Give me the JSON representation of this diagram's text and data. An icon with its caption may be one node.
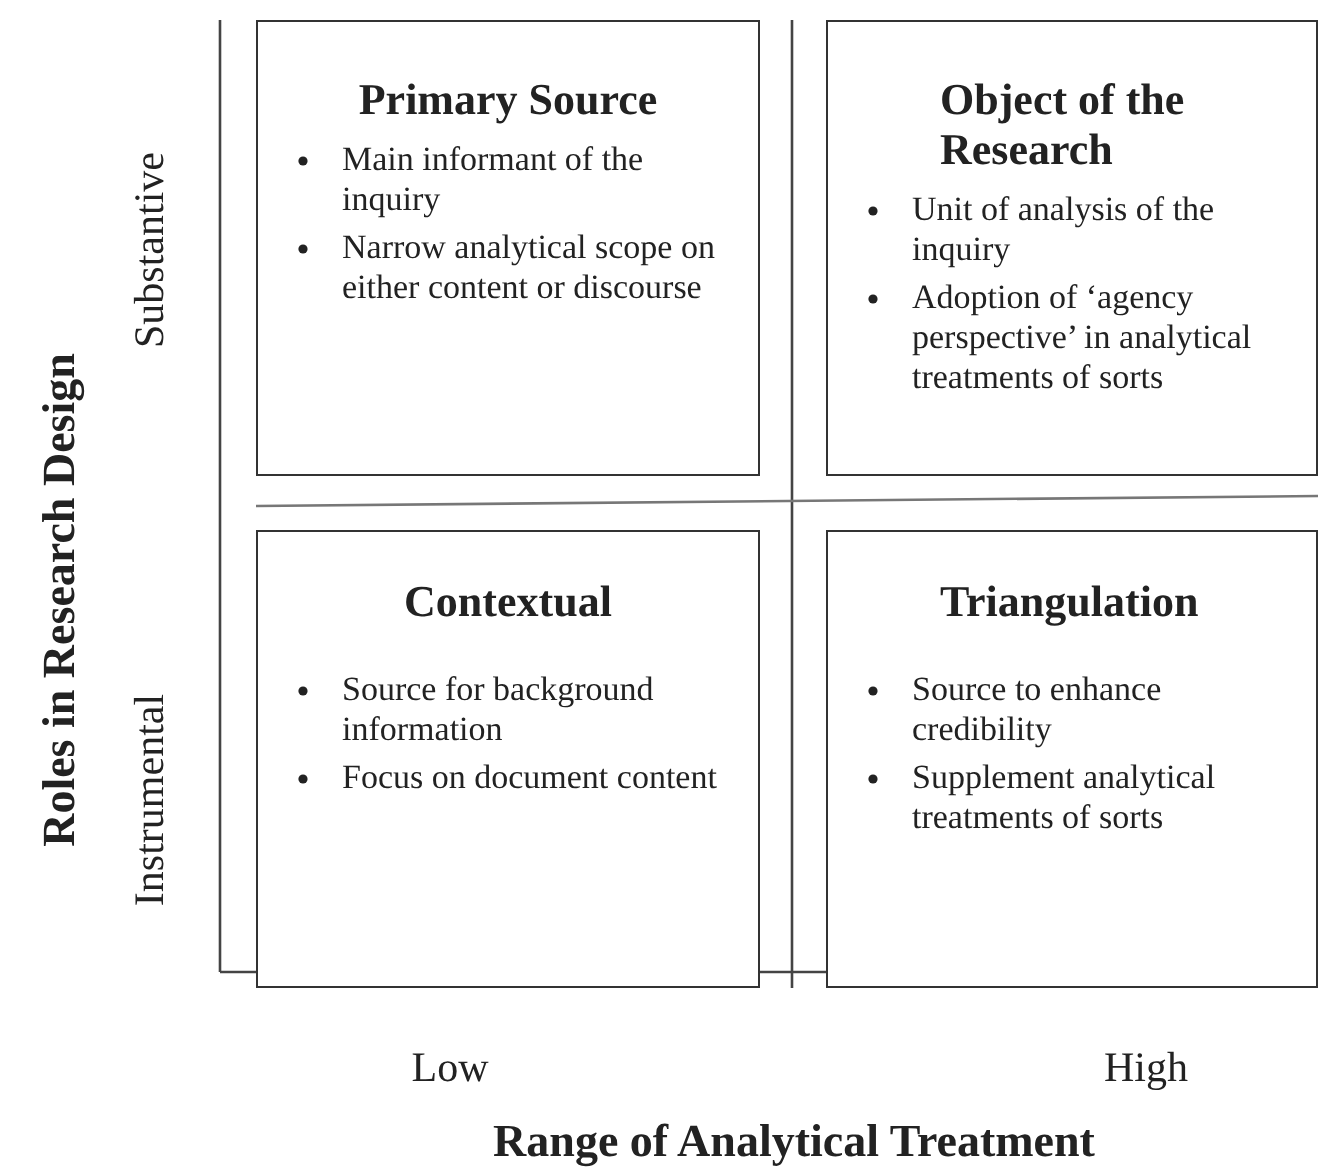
{
  "diagram": {
    "nodes": [
      {
        "text": [
          "Primary Source",
          "Main informant of the inquiry",
          "Narrow analytical scope on either content or discourse"
        ]
      },
      {
        "text": [
          "Object of the Research",
          "Unit of analysis of the inquiry",
          "Adoption of ‘agency perspective’ in analytical treatments of sorts"
        ]
      },
      {
        "text": [
          "Contextual",
          "Source for background information",
          "Focus on document content"
        ]
      },
      {
        "text": [
          "Triangulation",
          "Source to enhance credibility",
          "Supplement analytical treatments of sorts"
        ]
      }
    ],
    "labels": [
      "Substantive",
      "Roles in Research Design",
      "Instrumental",
      "Low",
      "High",
      "Range of Analytical Treatment"
    ]
  }
}
